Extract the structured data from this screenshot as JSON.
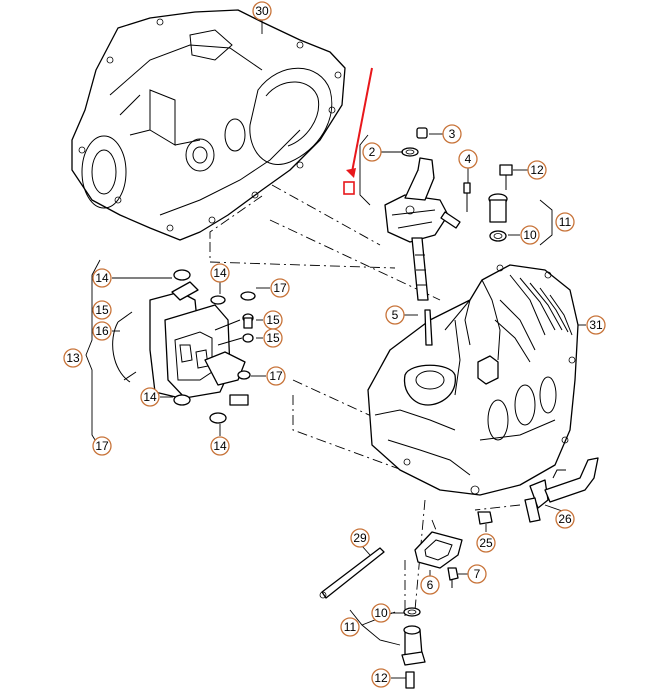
{
  "callouts": [
    {
      "label": "30"
    },
    {
      "label": "2"
    },
    {
      "label": "3"
    },
    {
      "label": "4"
    },
    {
      "label": "12"
    },
    {
      "label": "11"
    },
    {
      "label": "10"
    },
    {
      "label": "14"
    },
    {
      "label": "14"
    },
    {
      "label": "17"
    },
    {
      "label": "15"
    },
    {
      "label": "16"
    },
    {
      "label": "15"
    },
    {
      "label": "15"
    },
    {
      "label": "13"
    },
    {
      "label": "17"
    },
    {
      "label": "14"
    },
    {
      "label": "14"
    },
    {
      "label": "17"
    },
    {
      "label": "5"
    },
    {
      "label": "31"
    },
    {
      "label": "26"
    },
    {
      "label": "25"
    },
    {
      "label": "29"
    },
    {
      "label": "6"
    },
    {
      "label": "7"
    },
    {
      "label": "10"
    },
    {
      "label": "11"
    },
    {
      "label": "12"
    }
  ],
  "colors": {
    "callout_ring": "#c8743a",
    "highlight_arrow": "#e8171b",
    "line_art": "#000000"
  }
}
